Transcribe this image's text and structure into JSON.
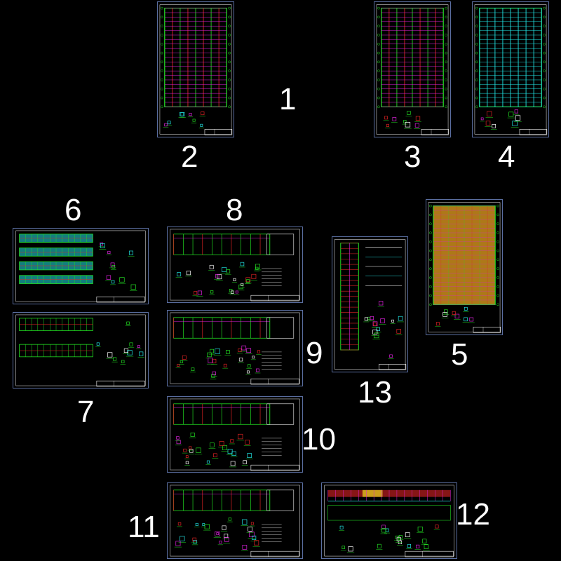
{
  "canvas_background": "#000000",
  "colors": {
    "frame": "#5a6ea0",
    "green": "#22dd22",
    "cyan": "#22e6e6",
    "red": "#e02424",
    "magenta": "#dd22dd",
    "yellow": "#e8d820",
    "orange": "#e8a020",
    "white": "#ffffff"
  },
  "sheet_labels": [
    "1",
    "2",
    "3",
    "4",
    "5",
    "6",
    "7",
    "8",
    "9",
    "10",
    "11",
    "12",
    "13"
  ],
  "sheets": [
    {
      "id": "2",
      "kind": "plan-grid"
    },
    {
      "id": "3",
      "kind": "plan-grid"
    },
    {
      "id": "4",
      "kind": "plan-cyan"
    },
    {
      "id": "5",
      "kind": "plan-orange"
    },
    {
      "id": "6",
      "kind": "strip-cyan"
    },
    {
      "id": "7",
      "kind": "strip-green"
    },
    {
      "id": "8",
      "kind": "section-details"
    },
    {
      "id": "9",
      "kind": "section-details"
    },
    {
      "id": "10",
      "kind": "section-details"
    },
    {
      "id": "11",
      "kind": "section-details"
    },
    {
      "id": "12",
      "kind": "elevation-red"
    },
    {
      "id": "13",
      "kind": "column-plan"
    }
  ]
}
